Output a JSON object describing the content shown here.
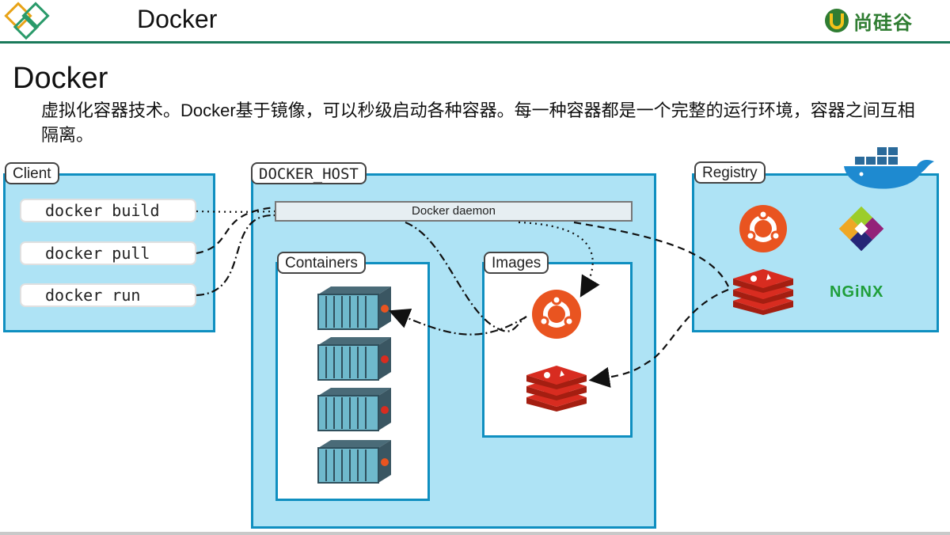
{
  "header": {
    "title": "Docker",
    "brand": "尚硅谷"
  },
  "page_title": "Docker",
  "description": "虚拟化容器技术。Docker基于镜像，可以秒级启动各种容器。每一种容器都是一个完整的运行环境，容器之间互相隔离。",
  "diagram": {
    "client": {
      "label": "Client",
      "commands": [
        "docker build",
        "docker pull",
        "docker run"
      ]
    },
    "docker_host": {
      "label": "DOCKER_HOST",
      "daemon": "Docker daemon",
      "containers_label": "Containers",
      "images_label": "Images"
    },
    "registry": {
      "label": "Registry",
      "nginx_text": "NGiNX"
    }
  },
  "colors": {
    "panel_fill": "#aee3f5",
    "panel_border": "#0f8fc0",
    "header_rule": "#1a7a5a",
    "ubuntu": "#e95420",
    "redis": "#d82c20",
    "nginx": "#1f9e3a",
    "brand": "#2f7d32"
  },
  "icons": {
    "logo": "diamond-logo-icon",
    "brand": "atguigu-logo-icon",
    "whale": "docker-whale-icon",
    "ubuntu": "ubuntu-icon",
    "redis": "redis-icon",
    "centos": "centos-icon",
    "container": "shipping-container-icon"
  }
}
